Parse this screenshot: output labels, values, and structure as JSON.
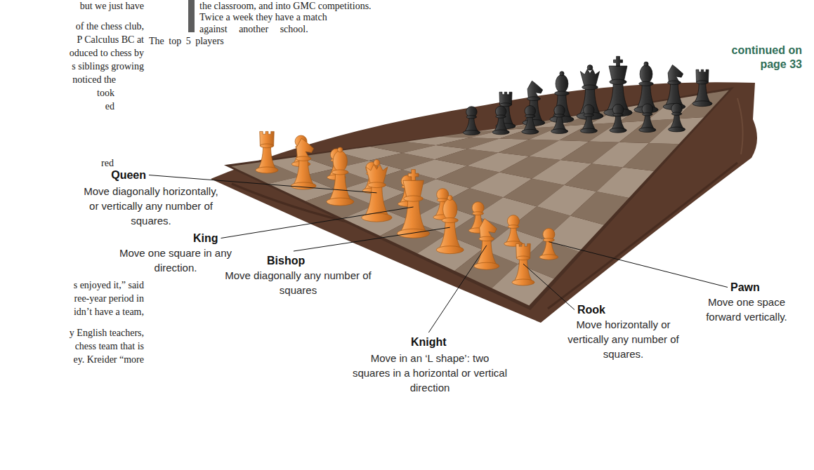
{
  "diagram": {
    "labels": [
      "but we just have",
      "of the chess club,",
      "P Calculus BC at",
      "oduced to chess by",
      "s siblings growing",
      "noticed the",
      "took",
      "ed",
      "red",
      "s enjoyed it,” said",
      "ree-year period in",
      "idn’t have a team,",
      "y English teachers,",
      "chess team that is",
      "ey. Kreider “more",
      "the classroom, and into GMC competitions.",
      "Twice a week they have a match",
      "against another school.",
      "The top 5 players",
      "continued on page 33",
      "Queen",
      "Move diagonally horizontally, or vertically any number of squares.",
      "King",
      "Move one square in any direction.",
      "Bishop",
      "Move diagonally any number of squares",
      "Knight",
      "Move in an ‘L shape’: two squares in a horizontal or vertical direction",
      "Pawn",
      "Move one space forward vertically.",
      "Rook",
      "Move horizontally or vertically any number of squares."
    ]
  }
}
